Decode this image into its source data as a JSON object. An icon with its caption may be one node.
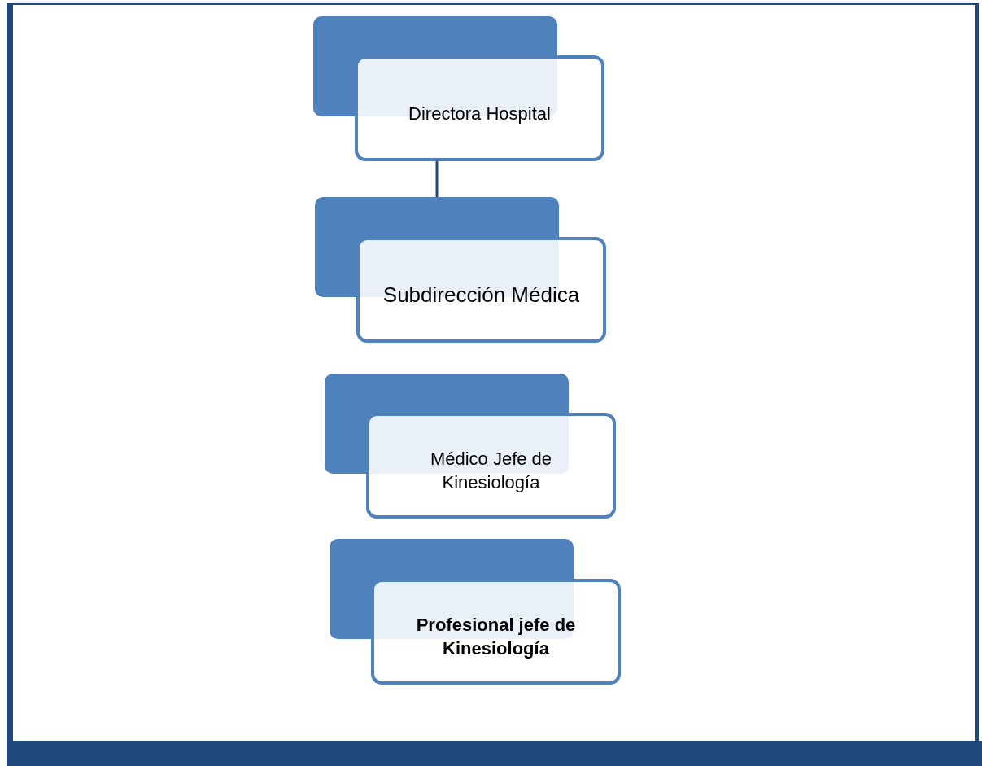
{
  "diagram": {
    "nodes": [
      {
        "text": [
          "Directora Hospital"
        ]
      },
      {
        "text": [
          "Subdirección Médica"
        ]
      },
      {
        "text": [
          "Médico Jefe de Kinesiología"
        ]
      },
      {
        "text": [
          "Profesional jefe de Kinesiología"
        ]
      }
    ],
    "edges": [
      {
        "from": 0,
        "to": 1,
        "arrow": "none"
      }
    ]
  }
}
